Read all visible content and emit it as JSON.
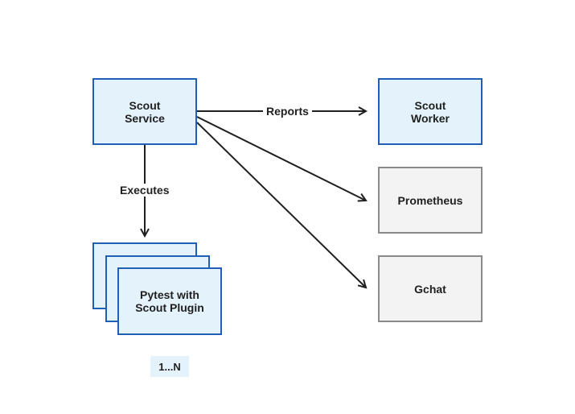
{
  "nodes": {
    "scout_service": [
      "Scout",
      "Service"
    ],
    "scout_worker": [
      "Scout",
      "Worker"
    ],
    "prometheus": "Prometheus",
    "gchat": "Gchat",
    "pytest": [
      "Pytest with",
      "Scout Plugin"
    ]
  },
  "edges": {
    "reports": "Reports",
    "executes": "Executes"
  },
  "badge": "1...N",
  "colors": {
    "blue_fill": "#e4f3fb",
    "blue_border": "#1f5fb5",
    "gray_fill": "#f3f3f3",
    "gray_border": "#8a8a8a",
    "arrow": "#1f1f1f"
  }
}
